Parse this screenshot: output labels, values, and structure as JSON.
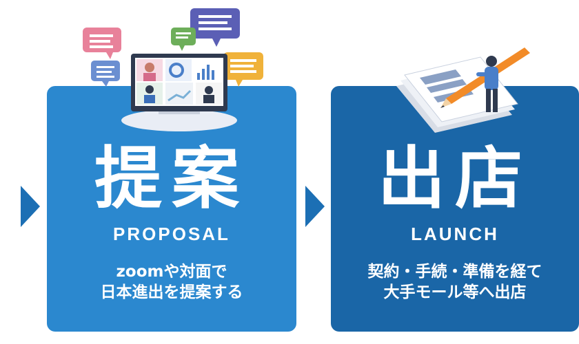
{
  "colors": {
    "proposal_card": "#2b88cf",
    "launch_card": "#1a66a7",
    "arrow": "#1c6fb4",
    "text": "#ffffff"
  },
  "icons": [
    "chevron-right-icon",
    "video-conference-monitor-icon",
    "chat-bubble-icon",
    "documents-pencil-icon"
  ],
  "proposal": {
    "title": "提案",
    "subtitle": "PROPOSAL",
    "lines": [
      "zoomや対面で",
      "日本進出を提案する"
    ]
  },
  "launch": {
    "title": "出店",
    "subtitle": "LAUNCH",
    "lines": [
      "契約・手続・準備を経て",
      "大手モール等へ出店"
    ]
  }
}
